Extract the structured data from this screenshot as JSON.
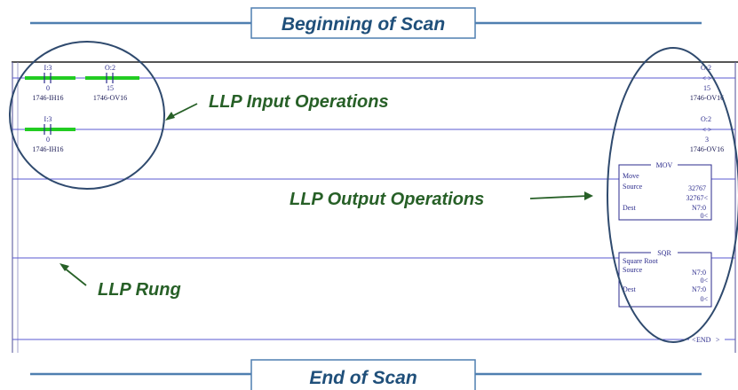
{
  "banners": {
    "top": "Beginning of Scan",
    "bottom": "End of Scan"
  },
  "callouts": {
    "inputs": "LLP Input Operations",
    "outputs": "LLP Output Operations",
    "rung": "LLP Rung"
  },
  "contacts": [
    {
      "address": "I:3",
      "bit": "0",
      "module": "1746-IH16"
    },
    {
      "address": "O:2",
      "bit": "15",
      "module": "1746-OV16"
    },
    {
      "address": "I:3",
      "bit": "0",
      "module": "1746-IH16"
    }
  ],
  "coils": [
    {
      "address": "O:2",
      "bit": "15",
      "module": "1746-OV16"
    },
    {
      "address": "O:2",
      "bit": "3",
      "module": "1746-OV16"
    }
  ],
  "mov_block": {
    "title": "MOV",
    "name": "Move",
    "source_label": "Source",
    "source_value": "32767",
    "source_live": "32767<",
    "dest_label": "Dest",
    "dest_value": "N7:0",
    "dest_live": "0<"
  },
  "sqr_block": {
    "title": "SQR",
    "name": "Square Root",
    "source_label": "Source",
    "source_value": "N7:0",
    "source_live": "0<",
    "dest_label": "Dest",
    "dest_value": "N7:0",
    "dest_live": "0<"
  },
  "end_label": "END",
  "colors": {
    "banner_text": "#1f4f7a",
    "banner_line": "#4f7fb0",
    "callout_text": "#276027",
    "rung_line": "#5a5ad0",
    "ellipse": "#2f4a6e",
    "active_contact": "#22cc22"
  }
}
